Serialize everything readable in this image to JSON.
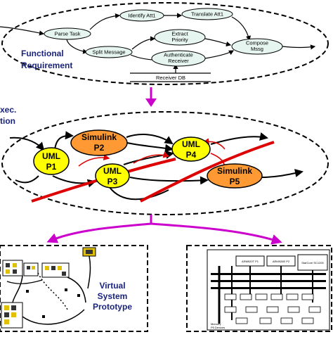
{
  "functional": {
    "label_line1": "Functional",
    "label_line2": "Requirement",
    "nodes": {
      "parse_task": "Parse Task",
      "identify": "Identify Att1",
      "translate": "Translate Att1",
      "extract_line1": "Extract",
      "extract_line2": "Priority",
      "split": "Split Message",
      "compose_line1": "Compose",
      "compose_line2": "Mssg",
      "authenticate_line1": "Authenticate",
      "authenticate_line2": "Receiver"
    },
    "db_label": "Receiver DB"
  },
  "exec": {
    "label_line1": "xec.",
    "label_line2": "tion",
    "nodes": {
      "uml_p1_line1": "UML",
      "uml_p1_line2": "P1",
      "simulink_p2_line1": "Simulink",
      "simulink_p2_line2": "P2",
      "uml_p3_line1": "UML",
      "uml_p3_line2": "P3",
      "uml_p4_line1": "UML",
      "uml_p4_line2": "P4",
      "simulink_p5_line1": "Simulink",
      "simulink_p5_line2": "P5"
    }
  },
  "virtual": {
    "label_line1": "Virtual",
    "label_line2": "System",
    "label_line3": "Prototype"
  },
  "hardware": {
    "cpu1": "ARM920T  P1",
    "cpu2": "ARM926E  P2",
    "starcore": "StarCore SC1200",
    "side_a": "Memory",
    "side_b": "P5 Devices"
  },
  "colors": {
    "uml_fill": "#ffff00",
    "simulink_fill": "#ff9933",
    "task_fill": "#e6f5f0",
    "arrow_magenta": "#cc00cc",
    "red_line": "#dd0000",
    "label_blue": "#1a237e"
  }
}
